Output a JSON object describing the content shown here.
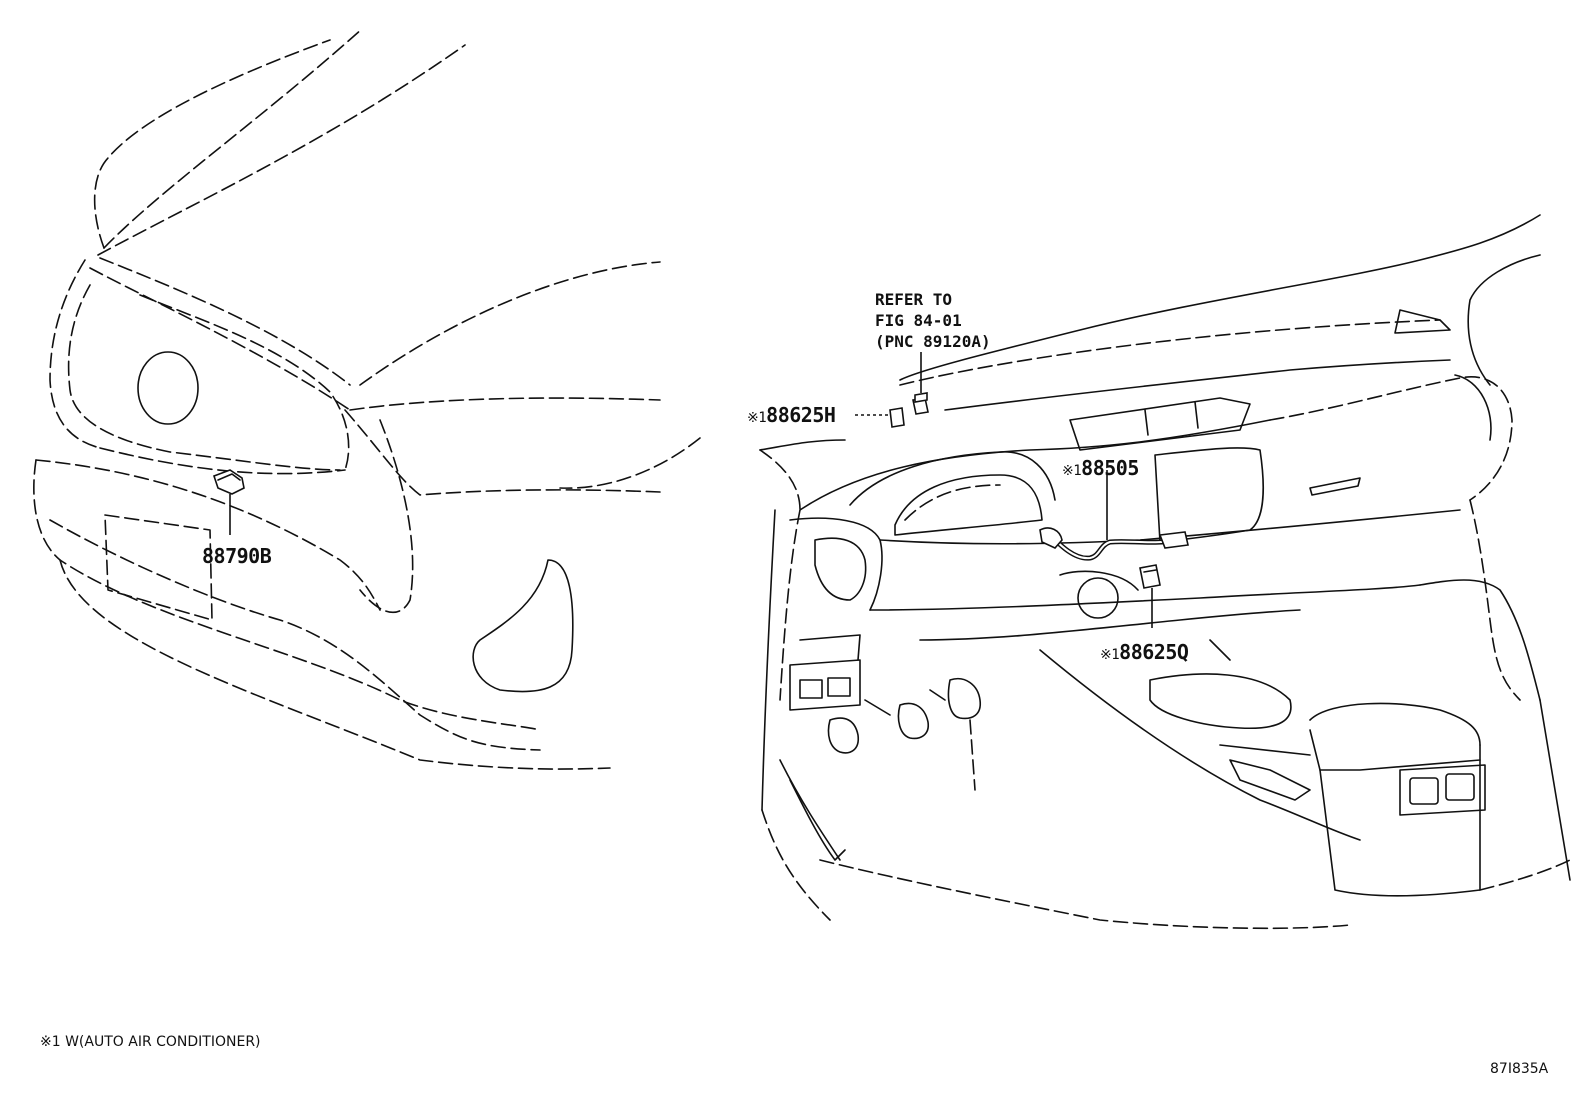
{
  "callouts": {
    "front_sensor": "88790B",
    "left_sensor": {
      "marker": "※1",
      "part": "88625H"
    },
    "harness": {
      "marker": "※1",
      "part": "88505"
    },
    "right_sensor": {
      "marker": "※1",
      "part": "88625Q"
    }
  },
  "reference": {
    "line1": "REFER TO",
    "line2": "FIG 84-01",
    "line3": "(PNC 89120A)"
  },
  "footnote": "※1 W(AUTO AIR CONDITIONER)",
  "figure_code": "87I835A"
}
